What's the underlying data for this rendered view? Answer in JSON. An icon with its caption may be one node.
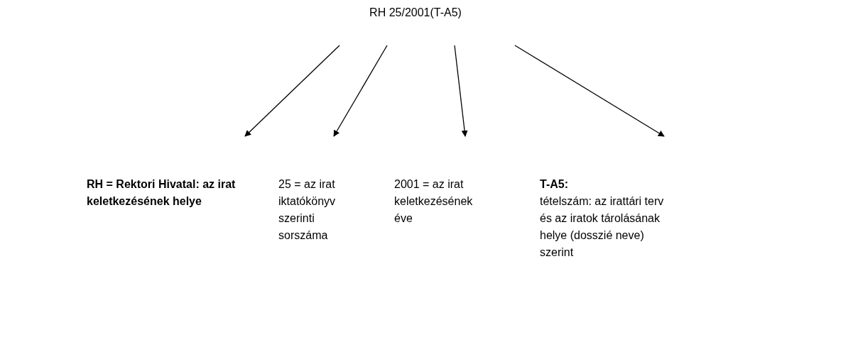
{
  "diagram": {
    "nodes": [
      {
        "text": [
          "RH 25/2001(T-A5)"
        ]
      },
      {
        "text": [
          "RH = Rektori Hivatal: az irat keletkezésének helye"
        ]
      },
      {
        "text": [
          "25 = az irat iktatókönyv szerinti sorszáma"
        ]
      },
      {
        "text": [
          "2001 = az irat keletkezésének éve"
        ]
      },
      {
        "text": [
          "T-A5:",
          "tételszám: az irattári terv és az iratok tárolásának helye (dosszié neve) szerint"
        ]
      }
    ],
    "edges": [
      {
        "from": 0,
        "to": 1,
        "arrow": "to"
      },
      {
        "from": 0,
        "to": 2,
        "arrow": "to"
      },
      {
        "from": 0,
        "to": 3,
        "arrow": "to"
      },
      {
        "from": 0,
        "to": 4,
        "arrow": "to"
      }
    ]
  }
}
